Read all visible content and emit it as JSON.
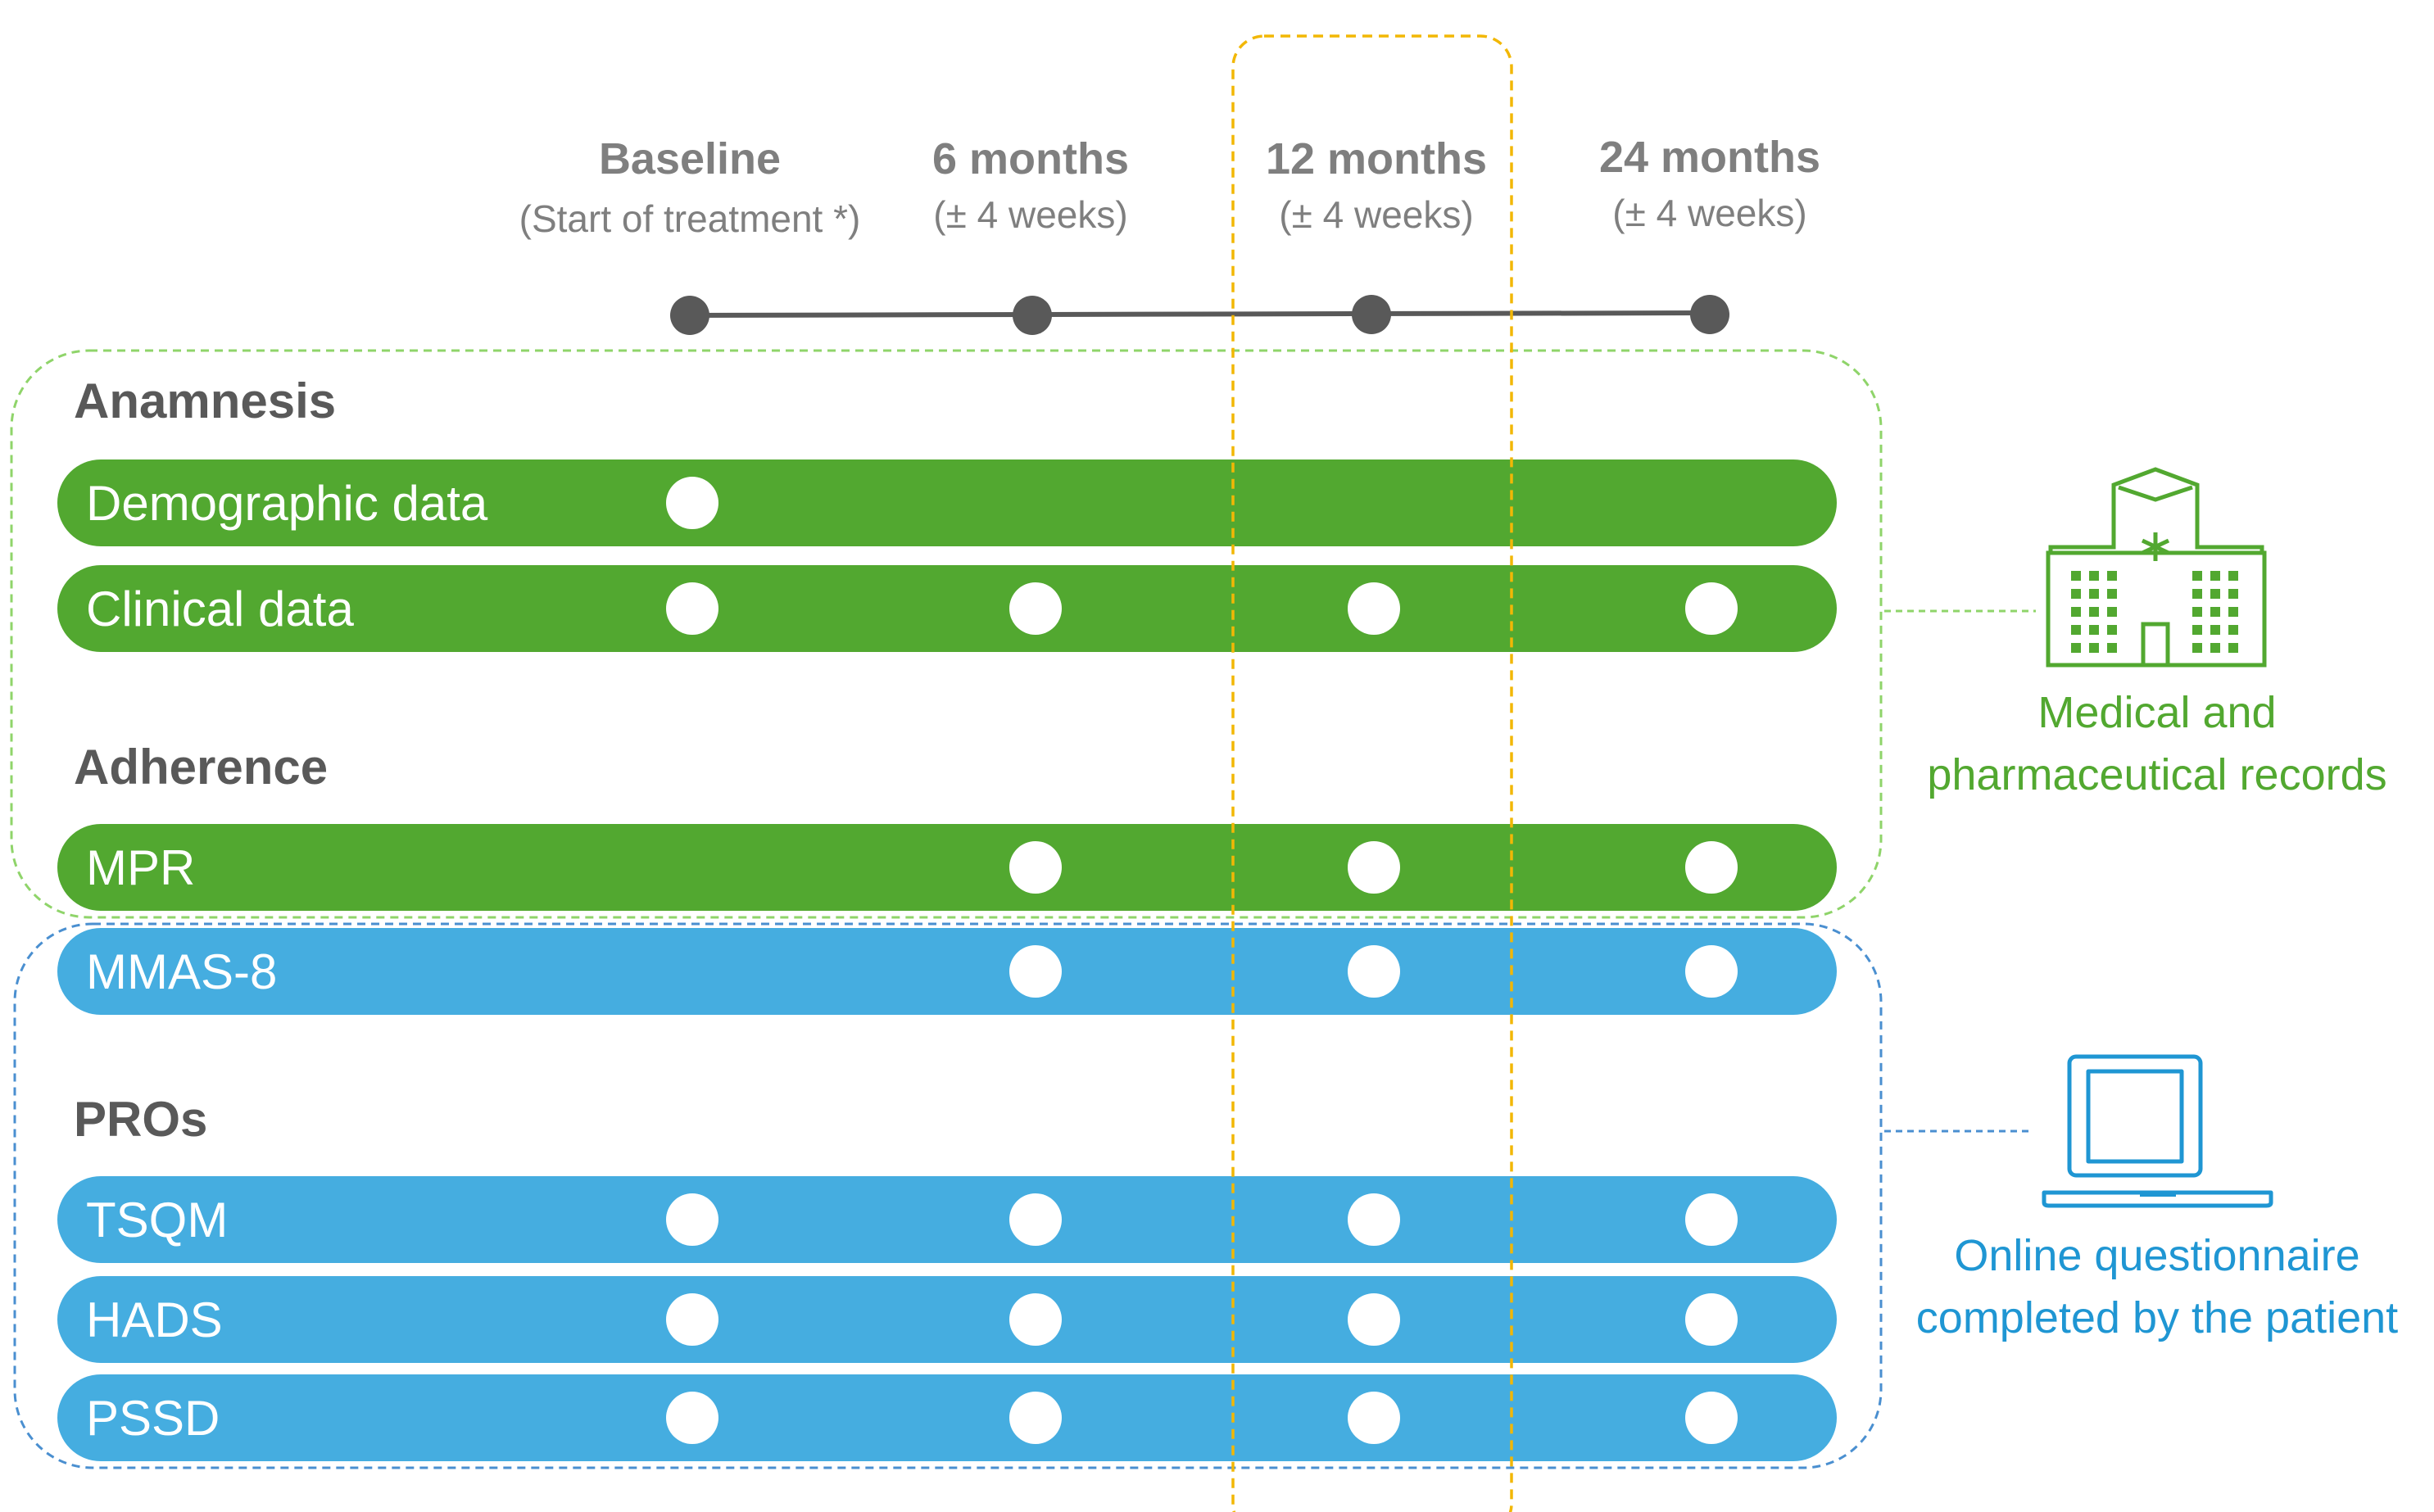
{
  "colors": {
    "green": "#52a830",
    "blue": "#45ade0",
    "green_text": "#52a830",
    "blue_text": "#1f96d3",
    "green_dash": "#8fd46a",
    "blue_dash": "#4a8fd0",
    "highlight_dash": "#f2b705",
    "timeline": "#595959",
    "dot": "#ffffff"
  },
  "timepoints": [
    {
      "title": "Baseline",
      "subtitle": "(Start of treatment *)"
    },
    {
      "title": "6 months",
      "subtitle": "(± 4 weeks)"
    },
    {
      "title": "12 months",
      "subtitle": "(± 4 weeks)"
    },
    {
      "title": "24 months",
      "subtitle": "(± 4 weeks)"
    }
  ],
  "highlighted_timepoint": "12 months",
  "sections": [
    {
      "heading": "Anamnesis"
    },
    {
      "heading": "Adherence"
    },
    {
      "heading": "PROs"
    }
  ],
  "rows": [
    {
      "label": "Demographic data",
      "source": "records",
      "points": [
        "Baseline"
      ]
    },
    {
      "label": "Clinical data",
      "source": "records",
      "points": [
        "Baseline",
        "6 months",
        "12 months",
        "24 months"
      ]
    },
    {
      "label": "MPR",
      "source": "records",
      "points": [
        "6 months",
        "12 months",
        "24 months"
      ]
    },
    {
      "label": "MMAS-8",
      "source": "questionnaire",
      "points": [
        "6 months",
        "12 months",
        "24 months"
      ]
    },
    {
      "label": "TSQM",
      "source": "questionnaire",
      "points": [
        "Baseline",
        "6 months",
        "12 months",
        "24 months"
      ]
    },
    {
      "label": "HADS",
      "source": "questionnaire",
      "points": [
        "Baseline",
        "6 months",
        "12 months",
        "24 months"
      ]
    },
    {
      "label": "PSSD",
      "source": "questionnaire",
      "points": [
        "Baseline",
        "6 months",
        "12 months",
        "24 months"
      ]
    }
  ],
  "sources": {
    "records": {
      "line1": "Medical and",
      "line2": "pharmaceutical records",
      "icon": "hospital-icon"
    },
    "questionnaire": {
      "line1": "Online questionnaire",
      "line2": "completed by the patient",
      "icon": "laptop-icon"
    }
  }
}
